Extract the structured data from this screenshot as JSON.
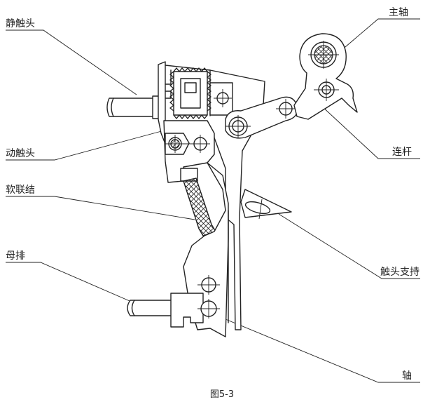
{
  "labels": {
    "static_contact": "静触头",
    "moving_contact": "动触头",
    "flexible_link": "软联结",
    "busbar": "母排",
    "main_shaft": "主轴",
    "connecting_rod": "连杆",
    "contact_support": "触头支持",
    "shaft": "轴"
  },
  "caption": "图5-3"
}
